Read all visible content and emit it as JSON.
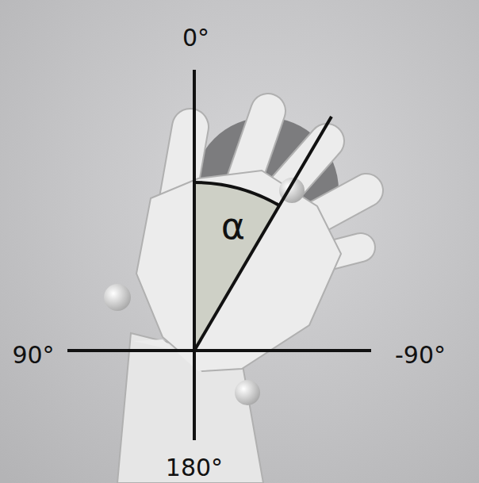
{
  "diagram": {
    "labels": [
      "0°",
      "90°",
      "-90°",
      "180°",
      "α"
    ]
  }
}
